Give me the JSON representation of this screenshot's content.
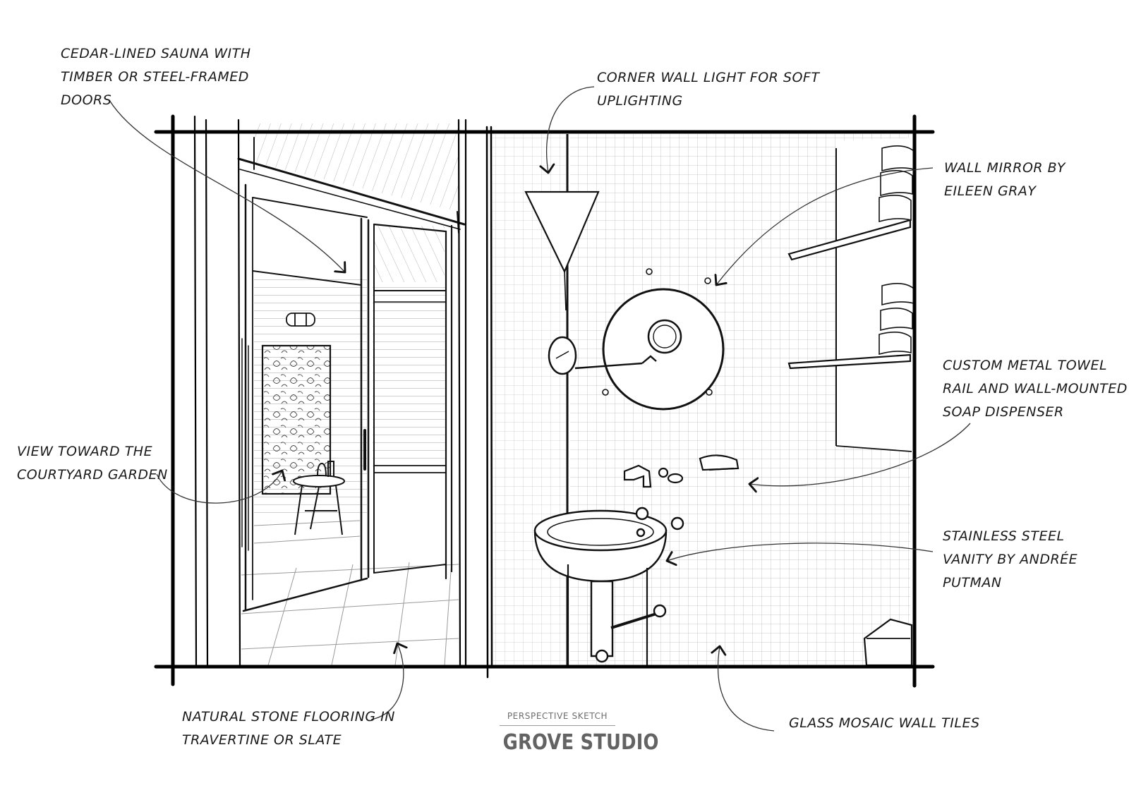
{
  "annotations": {
    "sauna": [
      "CEDAR-LINED SAUNA WITH",
      "TIMBER OR STEEL-FRAMED",
      "DOORS"
    ],
    "light": [
      "CORNER WALL LIGHT FOR SOFT",
      "UPLIGHTING"
    ],
    "mirror": [
      "WALL MIRROR BY",
      "EILEEN GRAY"
    ],
    "towel": [
      "CUSTOM METAL TOWEL",
      "RAIL AND WALL-MOUNTED",
      "SOAP DISPENSER"
    ],
    "view": [
      "VIEW TOWARD THE",
      "COURTYARD GARDEN"
    ],
    "vanity": [
      "STAINLESS STEEL",
      "VANITY BY ANDRÉE",
      "PUTMAN"
    ],
    "flooring": [
      "NATURAL STONE FLOORING IN",
      "TRAVERTINE OR SLATE"
    ],
    "tiles": [
      "GLASS MOSAIC WALL TILES"
    ]
  },
  "credit": {
    "subtitle": "PERSPECTIVE SKETCH",
    "studio": "GROVE STUDIO"
  }
}
